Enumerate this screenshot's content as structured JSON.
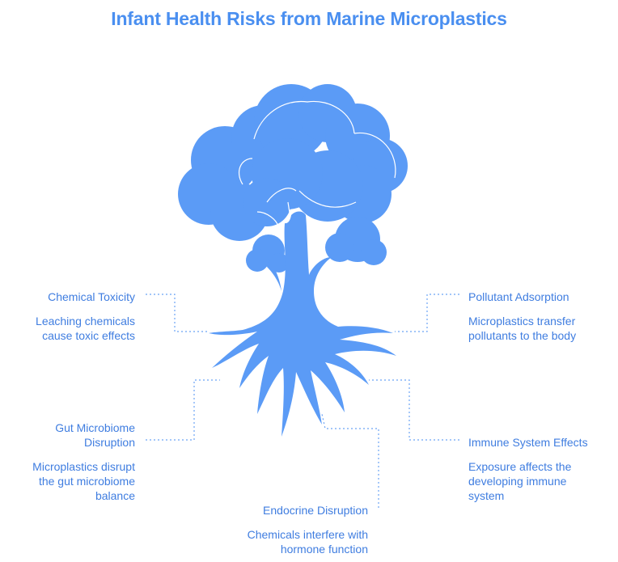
{
  "title": "Infant Health Risks from Marine Microplastics",
  "colors": {
    "title": "#4A8FF0",
    "tree": "#5B9BF6",
    "tree_stroke": "#FFFFFF",
    "text": "#3F7DE0",
    "connector": "#6BA3F5"
  },
  "icons": {
    "tree": "tree-illustration-icon"
  },
  "risks": [
    {
      "id": "chemical-toxicity",
      "title": "Chemical Toxicity",
      "description": "Leaching chemicals cause toxic effects"
    },
    {
      "id": "pollutant-adsorption",
      "title": "Pollutant Adsorption",
      "description": "Microplastics transfer pollutants to the body"
    },
    {
      "id": "gut-microbiome-disruption",
      "title": "Gut Microbiome Disruption",
      "description": "Microplastics disrupt the gut microbiome balance"
    },
    {
      "id": "immune-system-effects",
      "title": "Immune System Effects",
      "description": "Exposure affects the developing immune system"
    },
    {
      "id": "endocrine-disruption",
      "title": "Endocrine Disruption",
      "description": "Chemicals interfere with hormone function"
    }
  ]
}
